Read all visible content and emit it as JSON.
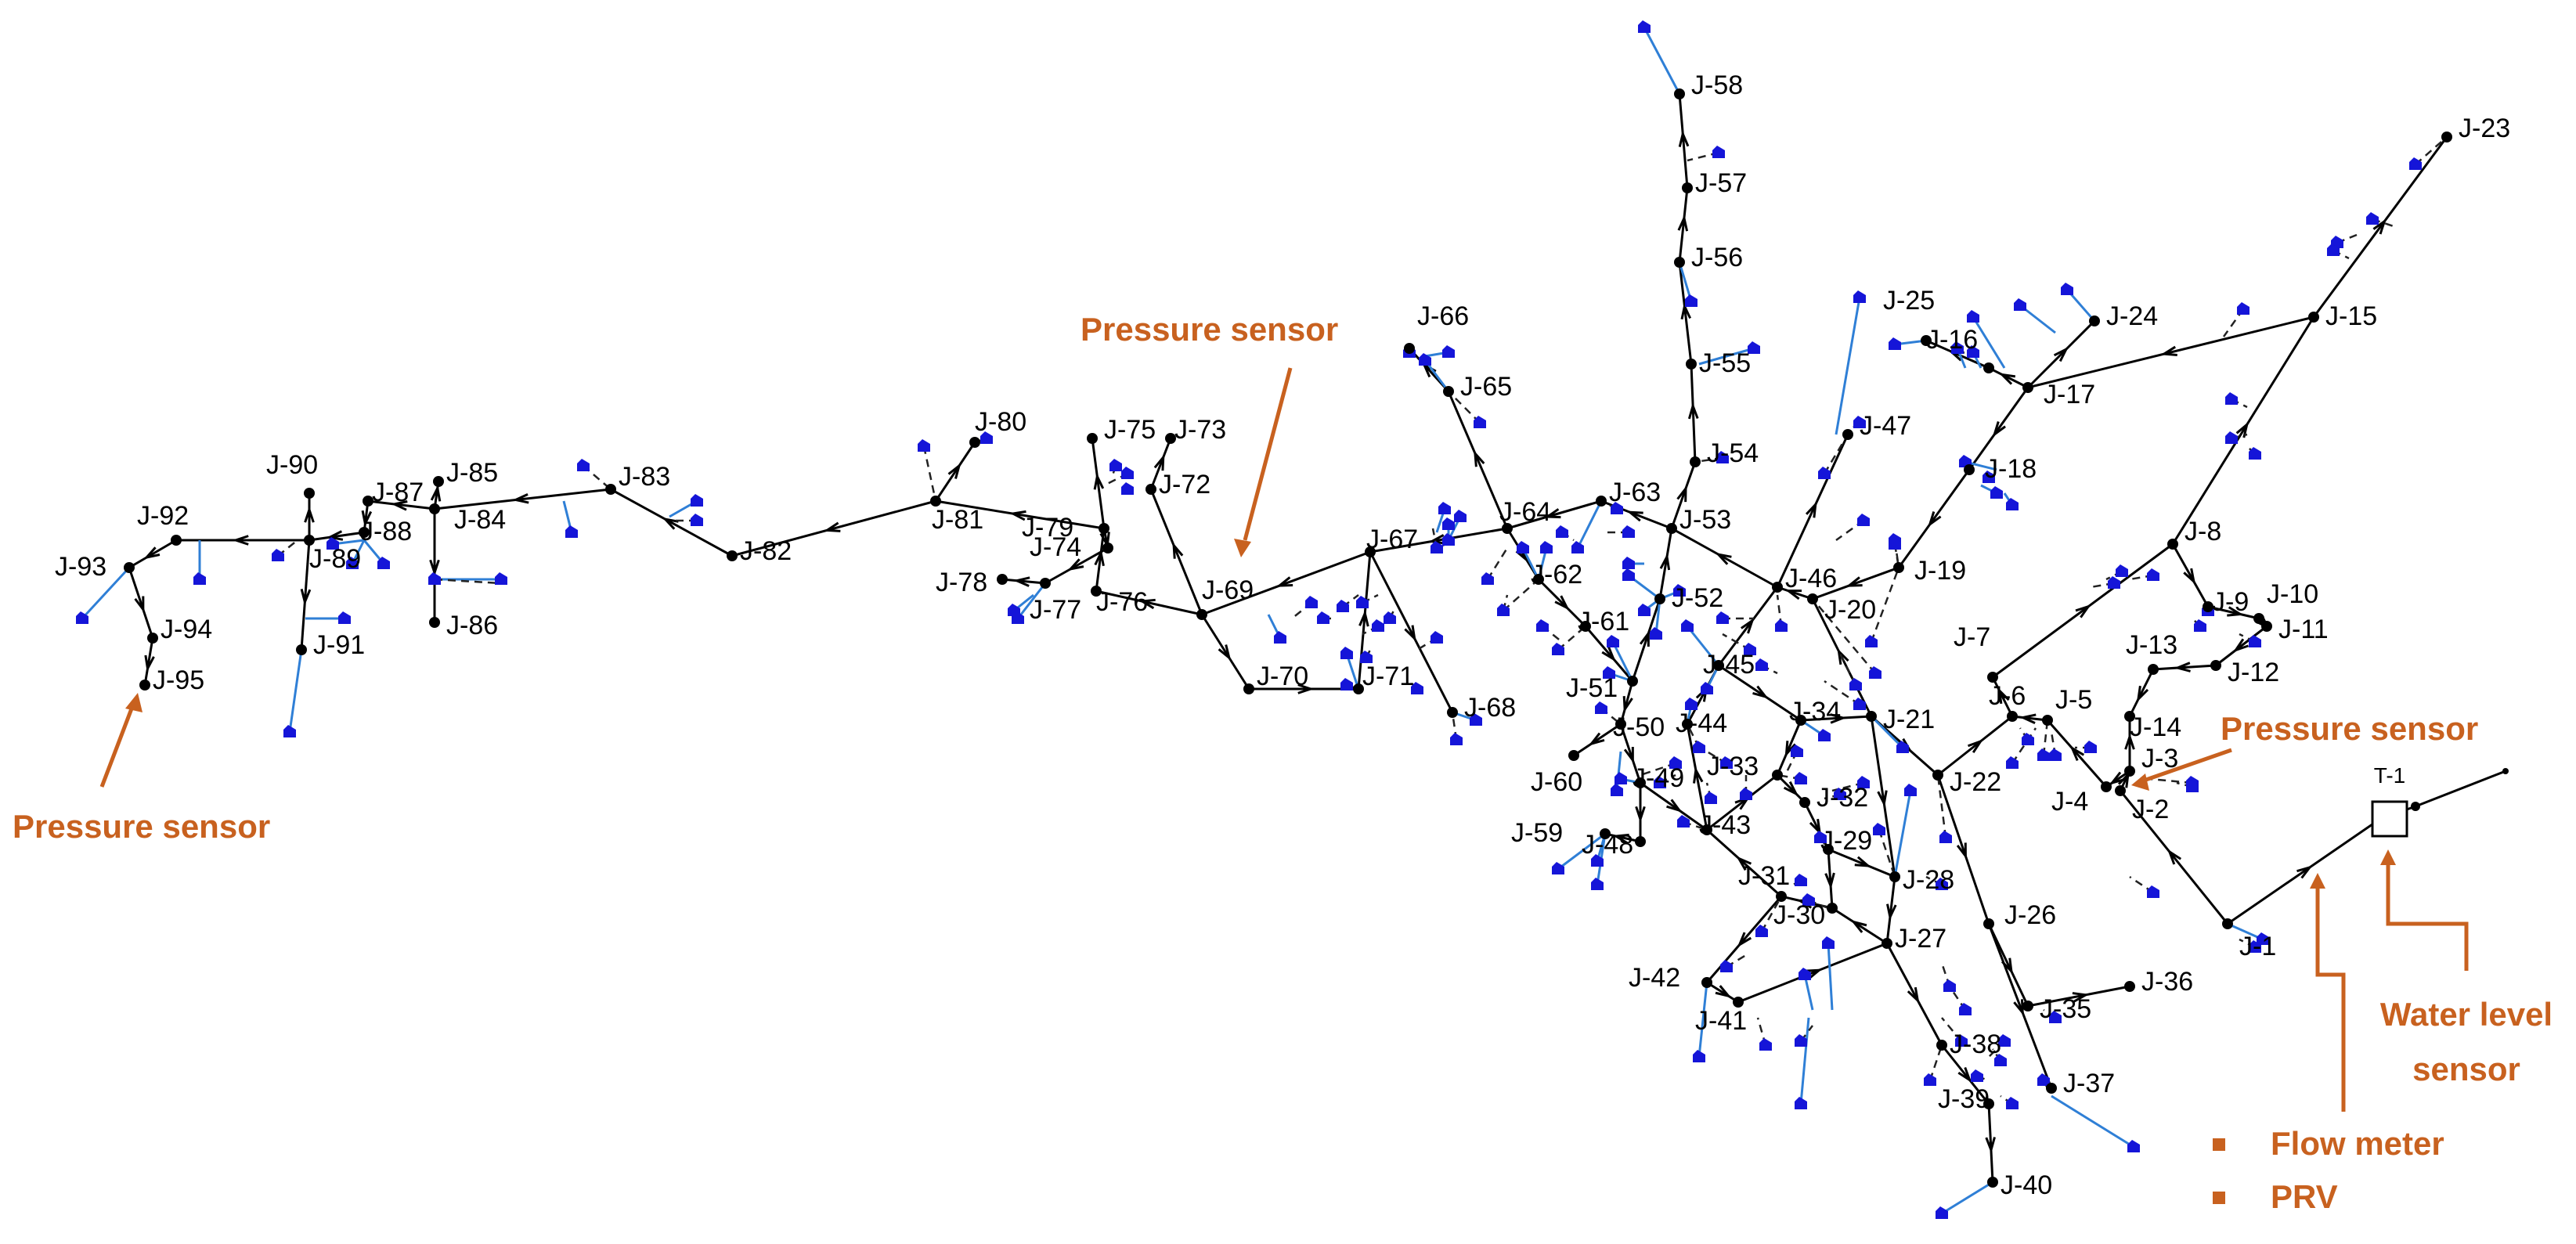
{
  "diagram": {
    "annotation_color": "#c8611f",
    "pipe_color": "#000000",
    "consumer_color": "#1515d8",
    "service_line_color": "#2f7fd6",
    "tank_label": "T-1",
    "labels": [
      "Pressure sensor",
      "Pressure sensor",
      "Pressure sensor",
      "Water level",
      "sensor",
      "Flow meter",
      "PRV"
    ],
    "junctions": [
      "J-1",
      "J-2",
      "J-3",
      "J-4",
      "J-5",
      "J-6",
      "J-7",
      "J-8",
      "J-9",
      "J-10",
      "J-11",
      "J-12",
      "J-13",
      "J-14",
      "J-15",
      "J-16",
      "J-17",
      "J-18",
      "J-19",
      "J-20",
      "J-21",
      "J-22",
      "J-23",
      "J-24",
      "J-25",
      "J-26",
      "J-27",
      "J-28",
      "J-29",
      "J-30",
      "J-31",
      "J-32",
      "J-33",
      "J-34",
      "J-35",
      "J-36",
      "J-37",
      "J-38",
      "J-39",
      "J-40",
      "J-41",
      "J-42",
      "J-43",
      "J-44",
      "J-45",
      "J-46",
      "J-47",
      "J-48",
      "J-49",
      "J-50",
      "J-51",
      "J-52",
      "J-53",
      "J-54",
      "J-55",
      "J-56",
      "J-57",
      "J-58",
      "J-59",
      "J-60",
      "J-61",
      "J-62",
      "J-63",
      "J-64",
      "J-65",
      "J-66",
      "J-67",
      "J-68",
      "J-69",
      "J-70",
      "J-71",
      "J-72",
      "J-73",
      "J-74",
      "J-75",
      "J-76",
      "J-77",
      "J-78",
      "J-79",
      "J-80",
      "J-81",
      "J-82",
      "J-83",
      "J-84",
      "J-85",
      "J-86",
      "J-87",
      "J-88",
      "J-89",
      "J-90",
      "J-91",
      "J-92",
      "J-93",
      "J-94",
      "J-95"
    ]
  }
}
